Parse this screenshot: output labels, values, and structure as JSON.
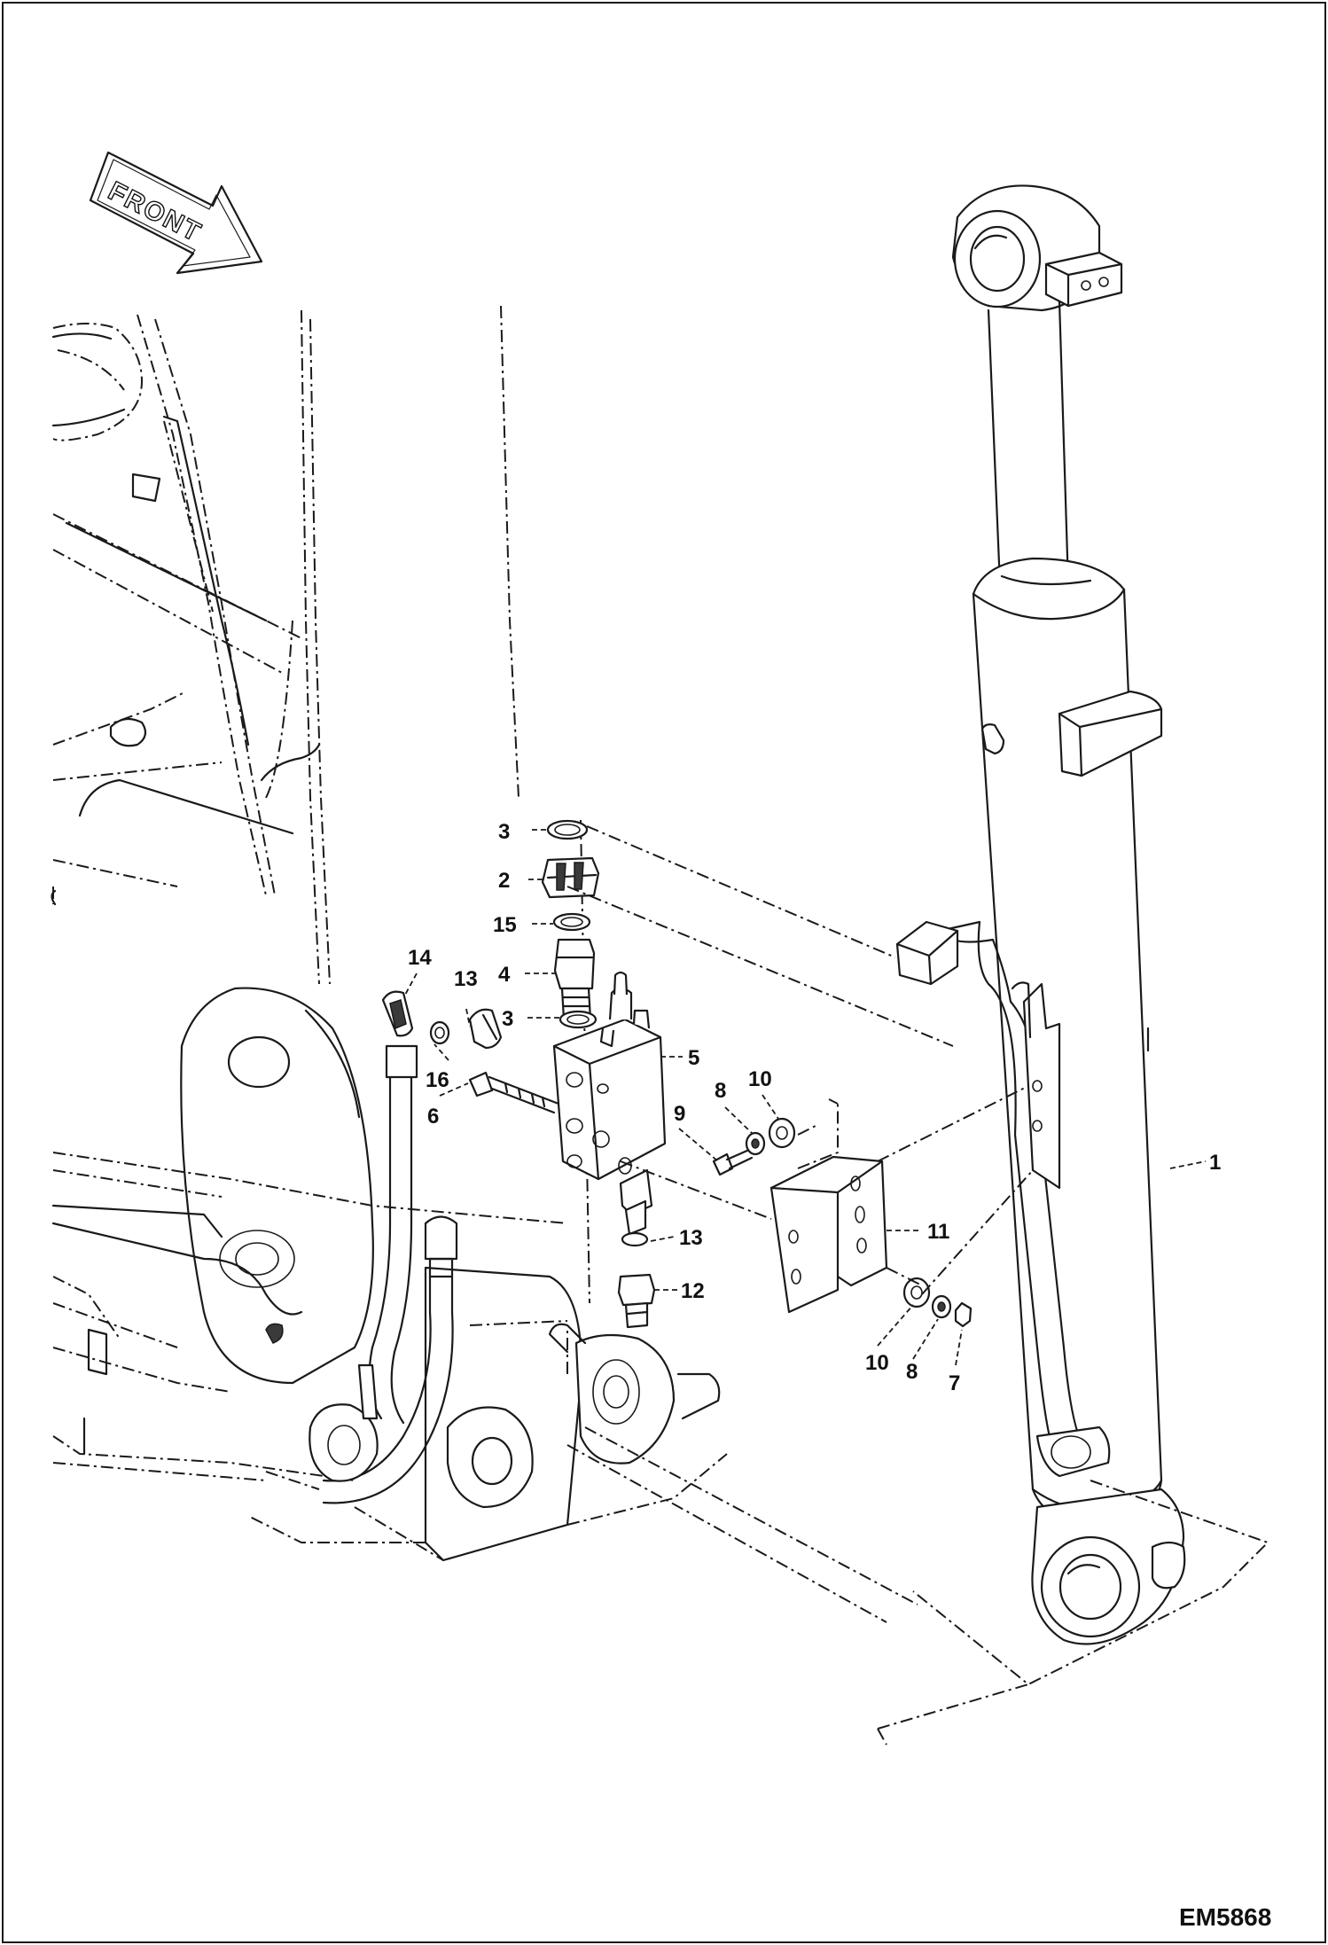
{
  "direction_arrow": {
    "label": "FRONT"
  },
  "drawing_ref": "EM5868",
  "callouts": [
    {
      "id": "c1",
      "label": "1"
    },
    {
      "id": "c2",
      "label": "2"
    },
    {
      "id": "c3a",
      "label": "3"
    },
    {
      "id": "c3b",
      "label": "3"
    },
    {
      "id": "c4",
      "label": "4"
    },
    {
      "id": "c5",
      "label": "5"
    },
    {
      "id": "c6",
      "label": "6"
    },
    {
      "id": "c7",
      "label": "7"
    },
    {
      "id": "c8a",
      "label": "8"
    },
    {
      "id": "c8b",
      "label": "8"
    },
    {
      "id": "c9",
      "label": "9"
    },
    {
      "id": "c10a",
      "label": "10"
    },
    {
      "id": "c10b",
      "label": "10"
    },
    {
      "id": "c11",
      "label": "11"
    },
    {
      "id": "c12",
      "label": "12"
    },
    {
      "id": "c13a",
      "label": "13"
    },
    {
      "id": "c13b",
      "label": "13"
    },
    {
      "id": "c14",
      "label": "14"
    },
    {
      "id": "c15",
      "label": "15"
    },
    {
      "id": "c16",
      "label": "16"
    }
  ]
}
